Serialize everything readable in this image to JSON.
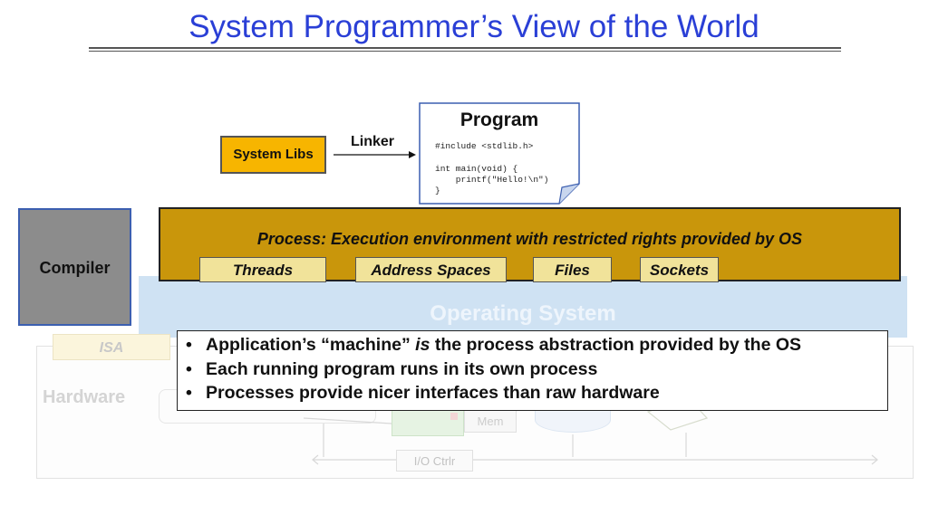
{
  "title": "System Programmer’s View of the World",
  "program": {
    "title": "Program",
    "code_line1": "#include <stdlib.h>",
    "code_line2": "int main(void) {",
    "code_line3": "    printf(\"Hello!\\n\")",
    "code_line4": "}"
  },
  "system_libs": "System Libs",
  "linker": "Linker",
  "compiler": "Compiler",
  "process": {
    "label": "Process: Execution environment with restricted rights provided by OS",
    "tags": [
      "Threads",
      "Address Spaces",
      "Files",
      "Sockets"
    ]
  },
  "operating_system": "Operating System",
  "isa": "ISA",
  "hardware": {
    "label": "Hardware",
    "mem": "Mem",
    "io_ctrl": "I/O Ctrlr"
  },
  "bullets": {
    "b1_pre": "Application’s “machine” ",
    "b1_em": "is",
    "b1_post": " the process abstraction provided by the OS",
    "b2": "Each running program runs in its own process",
    "b3": "Processes provide nicer interfaces than raw hardware"
  },
  "colors": {
    "title": "#2a3fd6",
    "process": "#c9960b",
    "tag": "#f1e39a",
    "system_libs": "#f7b500",
    "os_band": "#cfe2f3",
    "compiler": "#8c8c8c"
  }
}
